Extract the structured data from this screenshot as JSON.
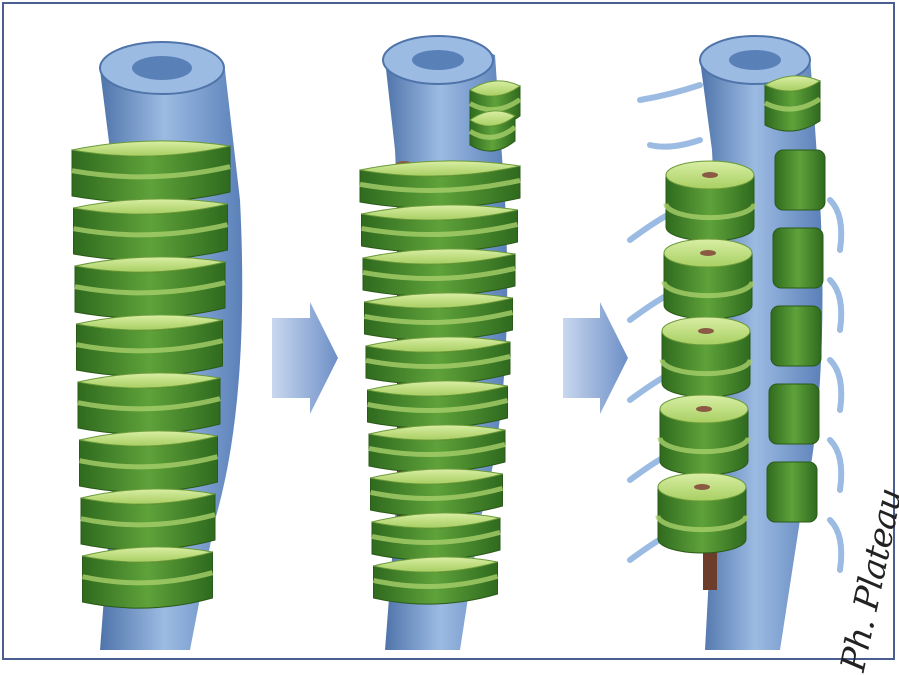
{
  "colors": {
    "tube": "#7fa4d6",
    "tube_dark": "#4f74aa",
    "tube_light": "#b9d0ee",
    "block_top": "#c8e38a",
    "block_side": "#4f8f2e",
    "block_side_dark": "#2f6a1e",
    "notochord": "#6b3d2a",
    "arrow": "#8fa9d6",
    "frame": "#4a5f8f"
  },
  "stages": [
    {
      "id": "stage-1",
      "segments": 8,
      "style": "fused"
    },
    {
      "id": "stage-2",
      "segments": 10,
      "style": "resegmenting"
    },
    {
      "id": "stage-3",
      "segments": 5,
      "style": "vertebrae"
    }
  ],
  "arrows": [
    {
      "id": "arrow-1",
      "icon": "right-arrow-icon"
    },
    {
      "id": "arrow-2",
      "icon": "right-arrow-icon"
    }
  ],
  "signature": "Ph. Plateau"
}
